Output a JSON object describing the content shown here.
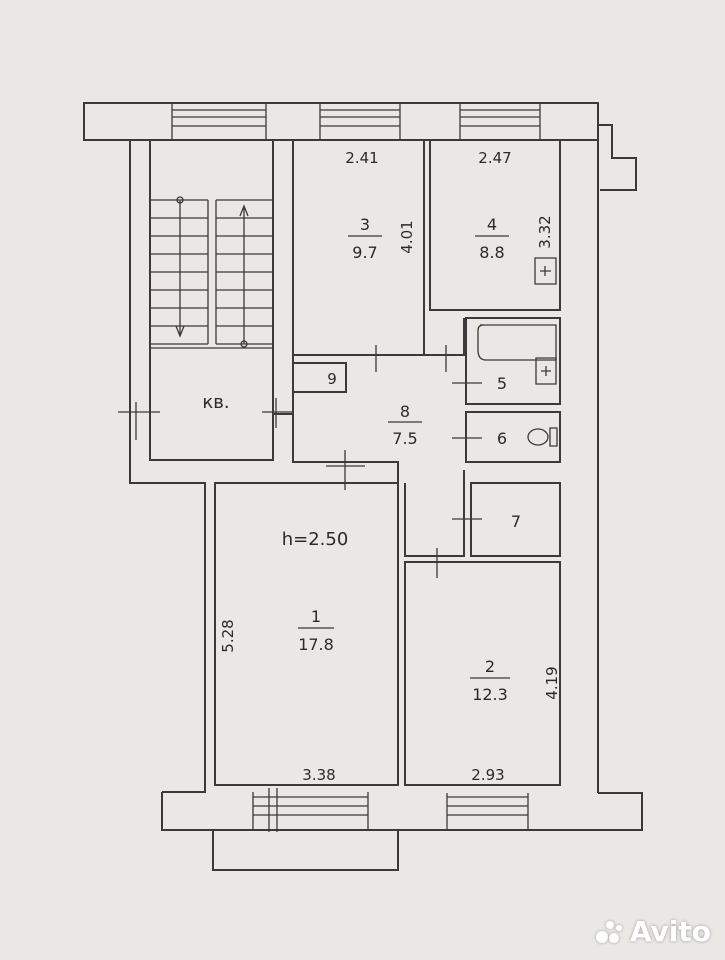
{
  "plan": {
    "ceiling_height": "h=2.50",
    "stair_label": "кв.",
    "rooms": [
      {
        "number": "1",
        "area": "17.8"
      },
      {
        "number": "2",
        "area": "12.3"
      },
      {
        "number": "3",
        "area": "9.7"
      },
      {
        "number": "4",
        "area": "8.8"
      },
      {
        "number": "5",
        "area": ""
      },
      {
        "number": "6",
        "area": ""
      },
      {
        "number": "7",
        "area": ""
      },
      {
        "number": "8",
        "area": "7.5"
      },
      {
        "number": "9",
        "area": ""
      }
    ],
    "dimensions": {
      "room3_width": "2.41",
      "room3_depth": "4.01",
      "room4_width": "2.47",
      "room4_depth": "3.32",
      "room1_depth": "5.28",
      "room1_width": "3.38",
      "room2_width": "2.93",
      "room2_depth": "4.19"
    }
  },
  "watermark": {
    "text": "Avito"
  }
}
